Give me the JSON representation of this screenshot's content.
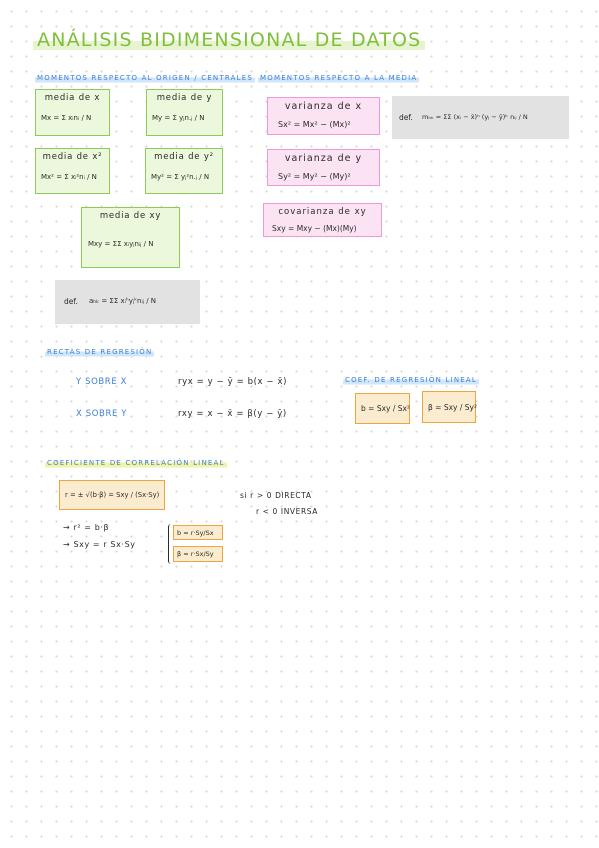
{
  "title": "ANÁLISIS BIDIMENSIONAL DE DATOS",
  "sections": {
    "moments_origin": "MOMENTOS RESPECTO AL ORIGEN / CENTRALES",
    "moments_mean": "MOMENTOS RESPECTO A LA MEDIA",
    "regression_lines": "RECTAS DE REGRESIÓN",
    "regression_coef": "COEF. DE REGRESIÓN LINEAL",
    "correlation": "COEFICIENTE DE CORRELACIÓN LINEAL"
  },
  "origin_boxes": {
    "mean_x": {
      "label": "media de x",
      "formula": "Mx = Σ xᵢnᵢ / N"
    },
    "mean_y": {
      "label": "media de y",
      "formula": "My = Σ yⱼn.ⱼ / N"
    },
    "mean_x2": {
      "label": "media de x²",
      "formula": "Mx² = Σ xᵢ²nᵢ / N"
    },
    "mean_y2": {
      "label": "media de y²",
      "formula": "My² = Σ yⱼ²n.ⱼ / N"
    },
    "mean_xy": {
      "label": "media de xy",
      "formula": "Mxy = ΣΣ xᵢyⱼnᵢⱼ / N"
    },
    "def_origin": {
      "label": "def.",
      "formula": "aₕₖ = ΣΣ xᵢʰyⱼᵏnᵢⱼ / N"
    }
  },
  "mean_boxes": {
    "var_x": {
      "label": "varianza de x",
      "formula": "Sx² = Mx² − (Mx)²"
    },
    "var_y": {
      "label": "varianza de y",
      "formula": "Sy² = My² − (My)²"
    },
    "cov_xy": {
      "label": "covarianza de xy",
      "formula": "Sxy = Mxy − (Mx)(My)"
    },
    "def_central": {
      "label": "def.",
      "formula": "mₕₖ = ΣΣ (xᵢ − x̄)ʰ (yⱼ − ȳ)ᵏ nᵢⱼ / N"
    }
  },
  "regression": {
    "y_on_x": {
      "label": "Y SOBRE X",
      "formula": "ryx = y − ȳ = b(x − x̄)"
    },
    "x_on_y": {
      "label": "X SOBRE Y",
      "formula": "rxy = x − x̄ = β(y − ȳ)"
    },
    "coef_b": "b = Sxy / Sx²",
    "coef_beta": "β = Sxy / Sy²"
  },
  "correlation": {
    "formula": "r = ± √(b·β) = Sxy / (Sx·Sy)",
    "cond_direct": "si r > 0  DIRECTA",
    "cond_inverse": "r < 0  INVERSA",
    "r2": "→ r² = b·β",
    "sxy": "→ Sxy = r Sx·Sy",
    "b_from_r": "b = r·Sy/Sx",
    "beta_from_r": "β = r·Sx/Sy"
  }
}
